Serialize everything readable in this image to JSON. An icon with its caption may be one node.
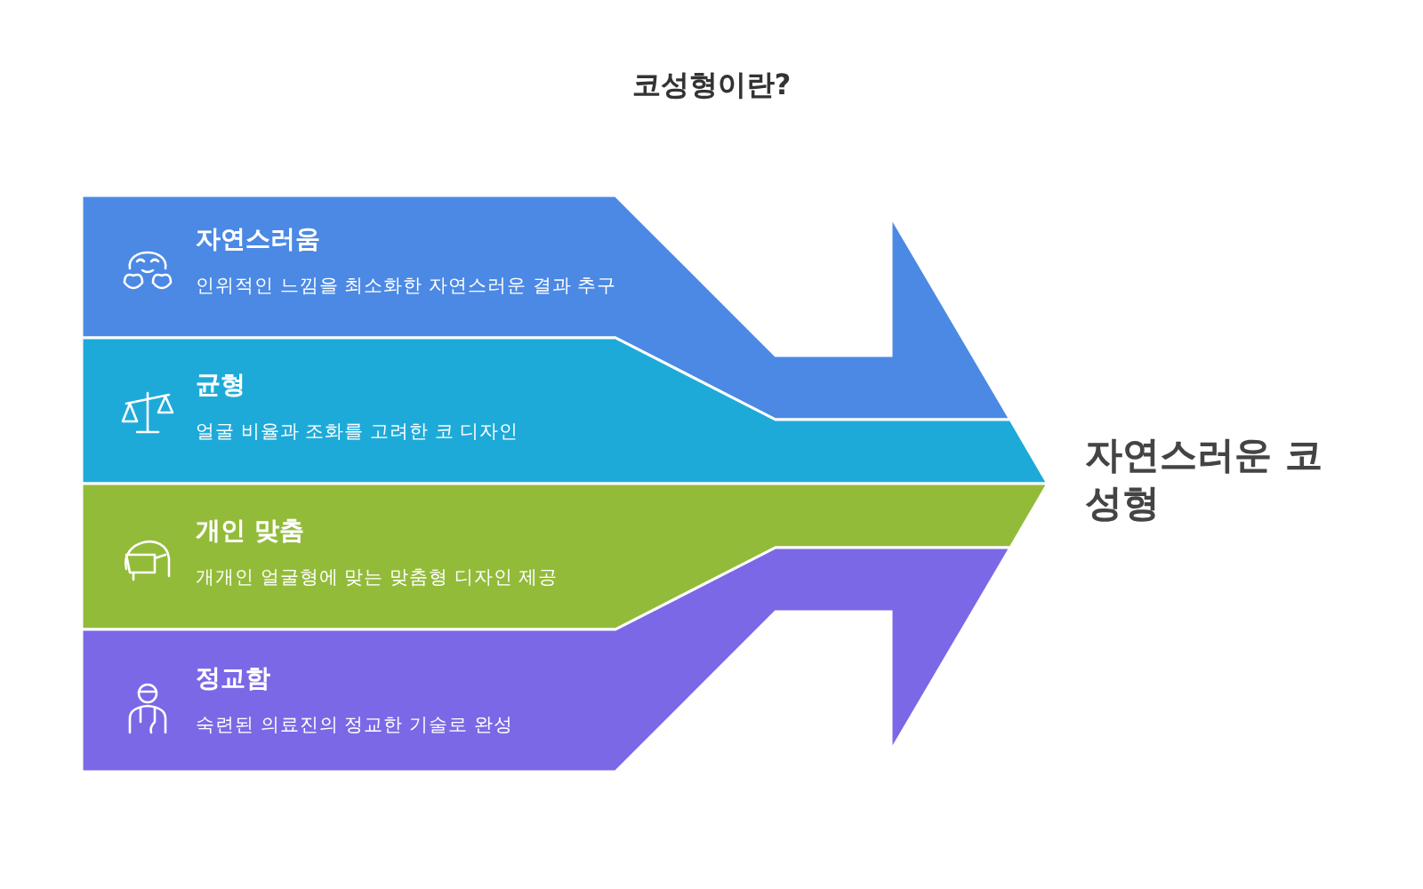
{
  "diagram": {
    "title": "코성형이란?",
    "nodes": [
      {
        "text": [
          "자연스러움",
          "인위적인 느낌을 최소화한 자연스러운 결과 추구"
        ]
      },
      {
        "text": [
          "균형",
          "얼굴 비율과 조화를 고려한 코 디자인"
        ]
      },
      {
        "text": [
          "개인 맞춤",
          "개개인 얼굴형에 맞는 맞춤형 디자인 제공"
        ]
      },
      {
        "text": [
          "정교함",
          "숙련된 의료진의 정교한 기술로 완성"
        ]
      },
      {
        "text": [
          "자연스러운 코 성형"
        ]
      }
    ]
  }
}
